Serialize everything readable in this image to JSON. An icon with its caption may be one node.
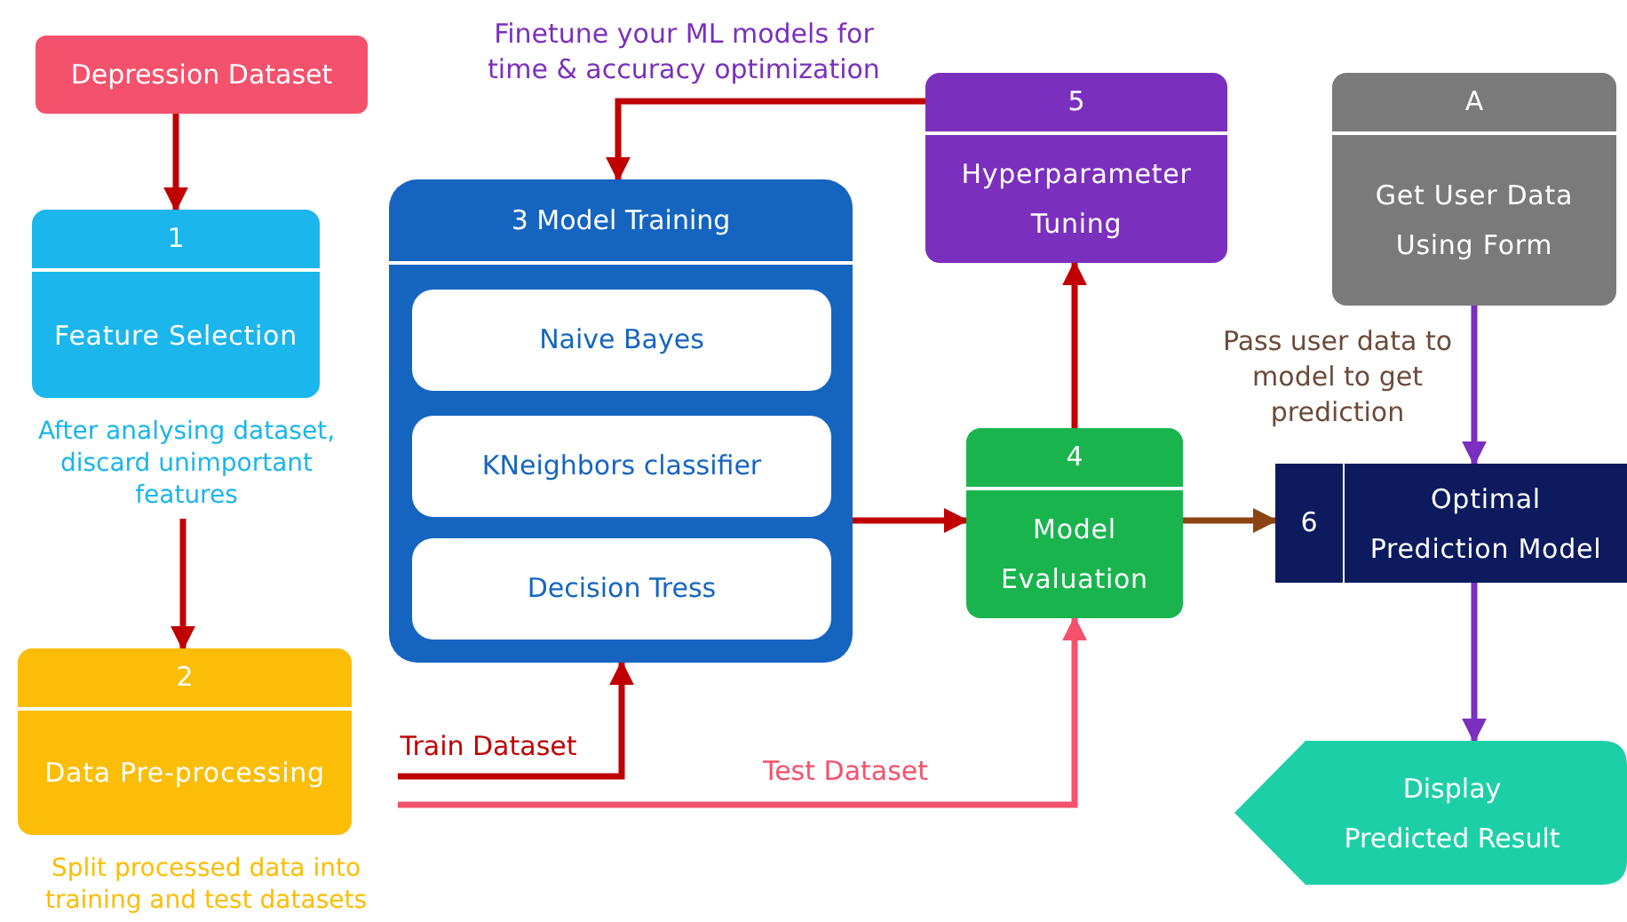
{
  "diagram": {
    "nodes": [
      {
        "text": [
          "Depression Dataset"
        ]
      },
      {
        "text": [
          "1",
          "Feature Selection"
        ],
        "beside": [
          "After analysing dataset, discard unimportant features"
        ]
      },
      {
        "text": [
          "2",
          "Data Pre-processing"
        ],
        "beside": [
          "Split processed data into training and test datasets"
        ]
      },
      {
        "text": [
          "3 Model Training"
        ]
      },
      {
        "text": [
          "Naive Bayes"
        ],
        "in": 3
      },
      {
        "text": [
          "KNeighbors classifier"
        ],
        "in": 3
      },
      {
        "text": [
          "Decision Tress"
        ],
        "in": 3
      },
      {
        "text": [
          "4",
          "Model Evaluation"
        ]
      },
      {
        "text": [
          "5",
          "Hyperparameter Tuning"
        ]
      },
      {
        "text": [
          "A",
          "Get User Data Using Form"
        ]
      },
      {
        "text": [
          "6",
          "Optimal Prediction Model"
        ]
      },
      {
        "text": [
          "Display Predicted Result"
        ]
      }
    ],
    "edges": [
      {
        "from": 0,
        "to": 1,
        "arrow": "to"
      },
      {
        "from": 1,
        "to": 2,
        "arrow": "to"
      },
      {
        "from": 2,
        "to": 3,
        "arrow": "to",
        "label": "Train Dataset"
      },
      {
        "from": 2,
        "to": 7,
        "arrow": "to",
        "label": "Test Dataset",
        "color": "#f4516c"
      },
      {
        "from": 3,
        "to": 7,
        "arrow": "to"
      },
      {
        "from": 7,
        "to": 8,
        "arrow": "to"
      },
      {
        "from": 8,
        "to": 3,
        "arrow": "to",
        "label": "Finetune your ML models for time & accuracy optimization"
      },
      {
        "from": 7,
        "to": 10,
        "arrow": "to",
        "color": "#8b4513"
      },
      {
        "from": 9,
        "to": 10,
        "arrow": "to",
        "label": "Pass user data to model to get prediction",
        "color": "#7b2fbe"
      },
      {
        "from": 10,
        "to": 11,
        "arrow": "to",
        "color": "#7b2fbe"
      }
    ]
  }
}
